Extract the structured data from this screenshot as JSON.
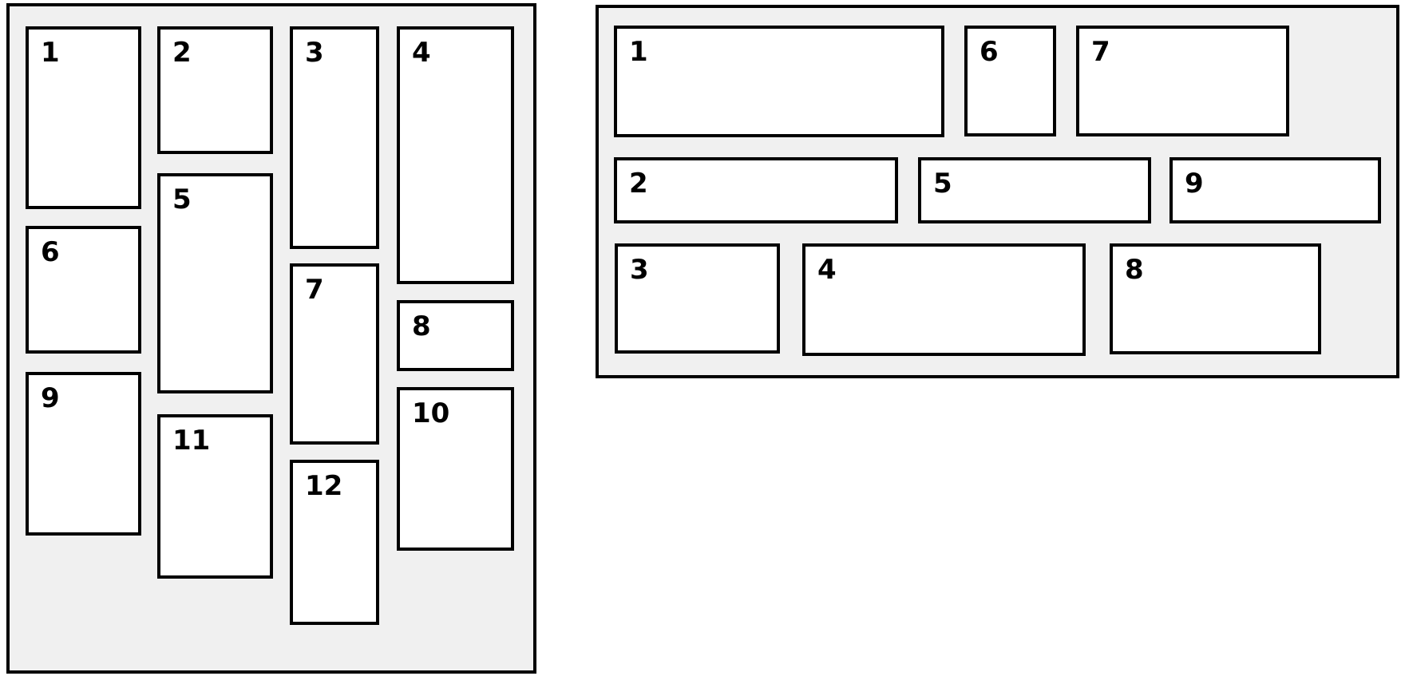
{
  "colors": {
    "page_background": "#ffffff",
    "panel_background": "#f0f0f0",
    "box_background": "#ffffff",
    "border": "#000000"
  },
  "panels": {
    "left": {
      "description": "column-flow masonry grid",
      "items": [
        {
          "label": "1"
        },
        {
          "label": "2"
        },
        {
          "label": "3"
        },
        {
          "label": "4"
        },
        {
          "label": "5"
        },
        {
          "label": "6"
        },
        {
          "label": "7"
        },
        {
          "label": "8"
        },
        {
          "label": "9"
        },
        {
          "label": "10"
        },
        {
          "label": "11"
        },
        {
          "label": "12"
        }
      ]
    },
    "right": {
      "description": "row-flow masonry grid",
      "items": [
        {
          "label": "1"
        },
        {
          "label": "6"
        },
        {
          "label": "7"
        },
        {
          "label": "2"
        },
        {
          "label": "5"
        },
        {
          "label": "9"
        },
        {
          "label": "3"
        },
        {
          "label": "4"
        },
        {
          "label": "8"
        }
      ]
    }
  }
}
